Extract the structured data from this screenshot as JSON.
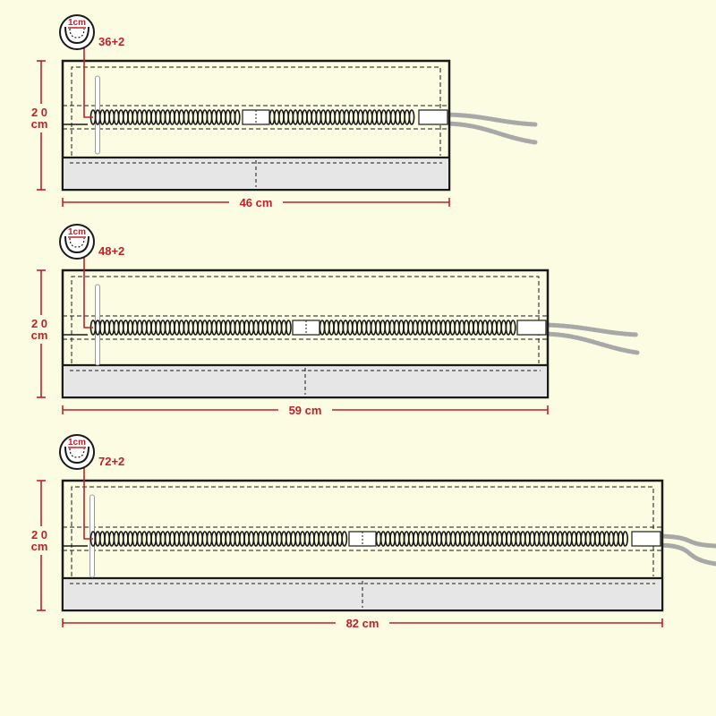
{
  "colors": {
    "background": "#fbfce2",
    "dimension": "#c0202a",
    "outline": "#1a1a1a",
    "pocket_fill": "#e6e6e6",
    "rope": "#a8a8a8"
  },
  "panels": [
    {
      "id": "panel-1",
      "count_label": "36+2",
      "width_label": "46 cm",
      "height_label_top": "2 0",
      "height_label_bottom": "cm",
      "detail_label": "1cm"
    },
    {
      "id": "panel-2",
      "count_label": "48+2",
      "width_label": "59 cm",
      "height_label_top": "2 0",
      "height_label_bottom": "cm",
      "detail_label": "1cm"
    },
    {
      "id": "panel-3",
      "count_label": "72+2",
      "width_label": "82 cm",
      "height_label_top": "2 0",
      "height_label_bottom": "cm",
      "detail_label": "1cm"
    }
  ]
}
